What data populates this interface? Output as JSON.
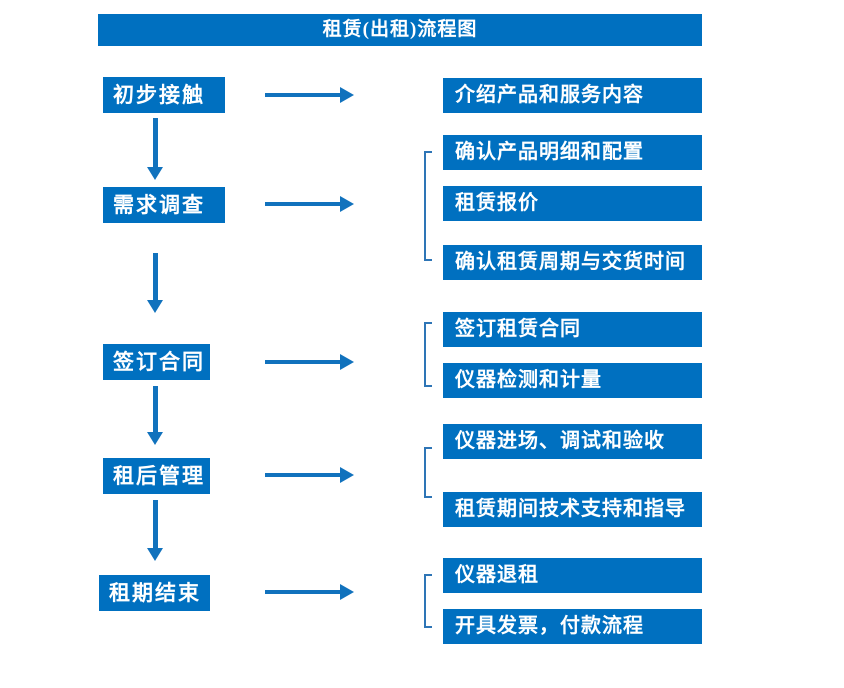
{
  "title": "租赁(出租)流程图",
  "colors": {
    "box_blue": "#0070C0",
    "arrow_blue": "#1172BD",
    "bracket_blue": "#2E75B6",
    "text_white": "#FFFFFF"
  },
  "stages": [
    {
      "label": "初步接触",
      "details": [
        "介绍产品和服务内容"
      ]
    },
    {
      "label": "需求调查",
      "details": [
        "确认产品明细和配置",
        "租赁报价",
        "确认租赁周期与交货时间"
      ]
    },
    {
      "label": "签订合同",
      "details": [
        "签订租赁合同",
        "仪器检测和计量"
      ]
    },
    {
      "label": "租后管理",
      "details": [
        "仪器进场、调试和验收",
        "租赁期间技术支持和指导"
      ]
    },
    {
      "label": "租期结束",
      "details": [
        "仪器退租",
        "开具发票，付款流程"
      ]
    }
  ]
}
